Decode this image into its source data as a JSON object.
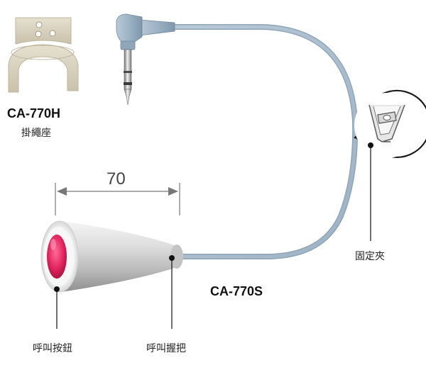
{
  "holder": {
    "model": "CA-770H",
    "caption": "掛繩座"
  },
  "clip": {
    "caption": "固定夾"
  },
  "cable_model": "CA-770S",
  "dimension": {
    "value": "70"
  },
  "callouts": {
    "button": "呼叫按鈕",
    "grip": "呼叫握把"
  },
  "colors": {
    "cable": "#a9bccb",
    "plug_body": "#9fb4c6",
    "button_red": "#e0245e",
    "grip_silver": "#cfcfcf",
    "holder_beige": "#d9d2c0",
    "leader_line": "#111111",
    "dimension_line": "#777777"
  }
}
